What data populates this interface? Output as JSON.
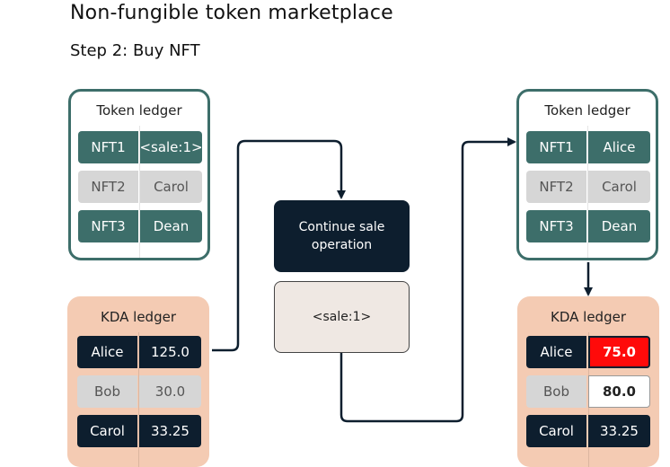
{
  "title": "Non-fungible token marketplace",
  "subtitle": "Step 2: Buy NFT",
  "left_token_ledger": {
    "title": "Token ledger",
    "rows": [
      {
        "key": "NFT1",
        "value": "<sale:1>"
      },
      {
        "key": "NFT2",
        "value": "Carol"
      },
      {
        "key": "NFT3",
        "value": "Dean"
      }
    ]
  },
  "left_kda_ledger": {
    "title": "KDA ledger",
    "rows": [
      {
        "key": "Alice",
        "value": "125.0"
      },
      {
        "key": "Bob",
        "value": "30.0"
      },
      {
        "key": "Carol",
        "value": "33.25"
      }
    ]
  },
  "operation": {
    "label": "Continue sale operation",
    "sale_ref": "<sale:1>"
  },
  "right_token_ledger": {
    "title": "Token ledger",
    "rows": [
      {
        "key": "NFT1",
        "value": "Alice"
      },
      {
        "key": "NFT2",
        "value": "Carol"
      },
      {
        "key": "NFT3",
        "value": "Dean"
      }
    ]
  },
  "right_kda_ledger": {
    "title": "KDA ledger",
    "rows": [
      {
        "key": "Alice",
        "value": "75.0"
      },
      {
        "key": "Bob",
        "value": "80.0"
      },
      {
        "key": "Carol",
        "value": "33.25"
      }
    ]
  },
  "colors": {
    "teal": "#3d6e6a",
    "navy": "#0d1e2e",
    "gray": "#d6d6d6",
    "peach": "#f4cbb3",
    "highlight_red": "#ff0a0a"
  }
}
